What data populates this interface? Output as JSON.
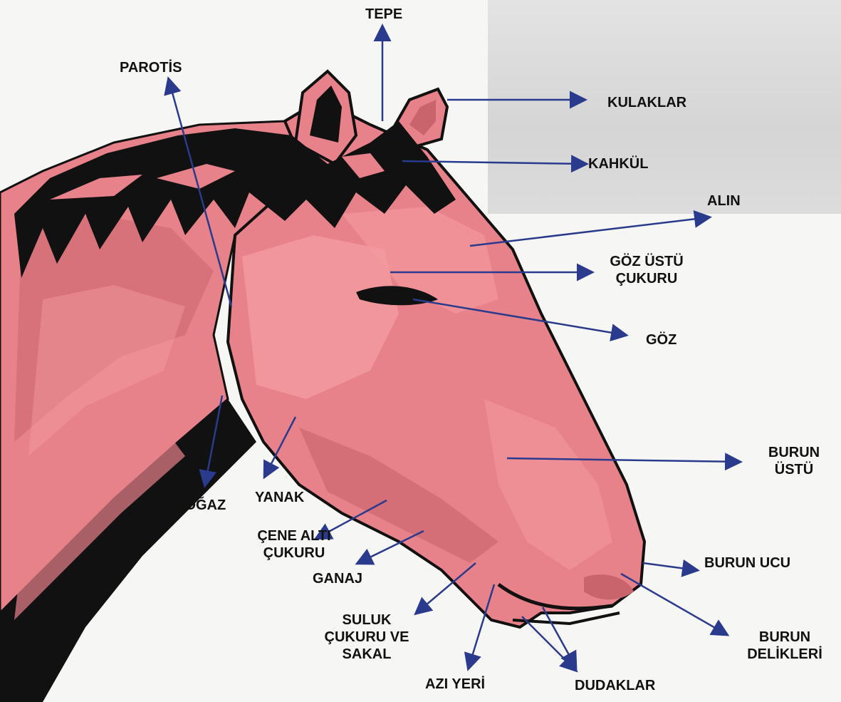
{
  "labels": {
    "tepe": "TEPE",
    "parotis": "PAROTİS",
    "kulaklar": "KULAKLAR",
    "kahkul": "KAHKÜL",
    "alin": "ALIN",
    "goz_ustu_1": "GÖZ ÜSTÜ",
    "goz_ustu_2": "ÇUKURU",
    "goz": "GÖZ",
    "burun_ustu_1": "BURUN",
    "burun_ustu_2": "ÜSTÜ",
    "bogaz": "BOĞAZ",
    "yanak": "YANAK",
    "cene_alti_1": "ÇENE ALTI",
    "cene_alti_2": "ÇUKURU",
    "ganaj": "GANAJ",
    "burun_ucu": "BURUN UCU",
    "suluk_1": "SULUK",
    "suluk_2": "ÇUKURU VE",
    "suluk_3": "SAKAL",
    "burun_delik_1": "BURUN",
    "burun_delik_2": "DELİKLERİ",
    "azi_yeri": "AZI YERİ",
    "dudaklar": "DUDAKLAR"
  },
  "colors": {
    "horse_base": "#e8828a",
    "horse_light": "#f39ba0",
    "horse_dark": "#c9646d",
    "mane": "#111111",
    "arrow": "#2a3a8c",
    "background": "#f6f6f4"
  }
}
